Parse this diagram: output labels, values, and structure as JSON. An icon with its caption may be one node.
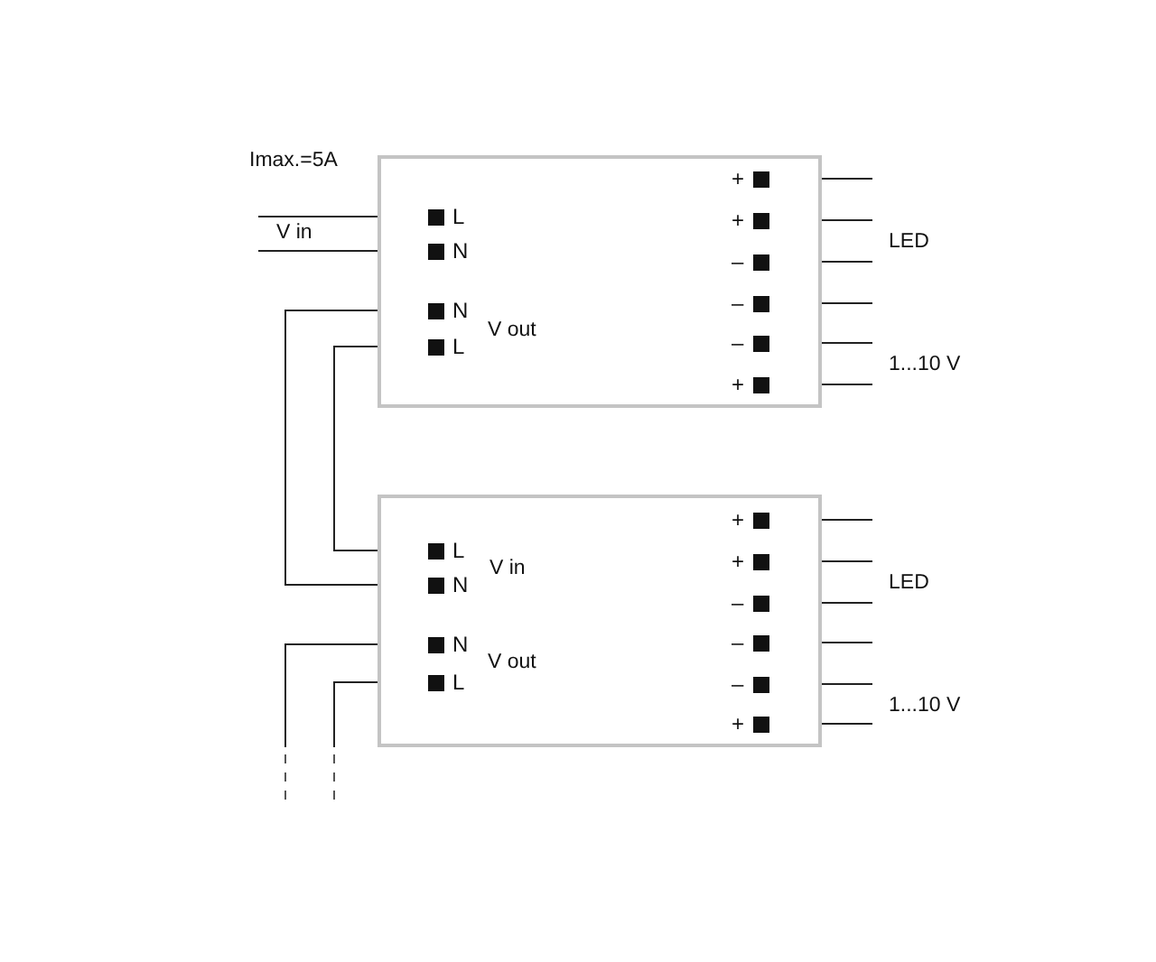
{
  "diagram": {
    "nodes": [
      {
        "text": [],
        "shape": "box"
      },
      {
        "text": [
          "L"
        ],
        "in": 0
      },
      {
        "text": [
          "N"
        ],
        "in": 0
      },
      {
        "text": [
          "N"
        ],
        "in": 0
      },
      {
        "text": [
          "L"
        ],
        "in": 0
      },
      {
        "text": [
          "+"
        ],
        "in": 0
      },
      {
        "text": [
          "+"
        ],
        "in": 0
      },
      {
        "text": [
          "–"
        ],
        "in": 0
      },
      {
        "text": [
          "–"
        ],
        "in": 0
      },
      {
        "text": [
          "–"
        ],
        "in": 0
      },
      {
        "text": [
          "+"
        ],
        "in": 0
      },
      {
        "text": [],
        "shape": "box"
      },
      {
        "text": [
          "L"
        ],
        "in": 11
      },
      {
        "text": [
          "N"
        ],
        "in": 11
      },
      {
        "text": [
          "N"
        ],
        "in": 11
      },
      {
        "text": [
          "L"
        ],
        "in": 11
      },
      {
        "text": [
          "+"
        ],
        "in": 11
      },
      {
        "text": [
          "+"
        ],
        "in": 11
      },
      {
        "text": [
          "–"
        ],
        "in": 11
      },
      {
        "text": [
          "–"
        ],
        "in": 11
      },
      {
        "text": [
          "–"
        ],
        "in": 11
      },
      {
        "text": [
          "+"
        ],
        "in": 11
      }
    ],
    "edges": [
      {
        "from": null,
        "to": 1,
        "arrow": "none"
      },
      {
        "from": null,
        "to": 2,
        "arrow": "none"
      },
      {
        "from": 3,
        "to": 13,
        "arrow": "none"
      },
      {
        "from": 4,
        "to": 12,
        "arrow": "none"
      },
      {
        "from": 14,
        "to": null,
        "arrow": "none"
      },
      {
        "from": 15,
        "to": null,
        "arrow": "none"
      },
      {
        "from": 5,
        "to": null,
        "arrow": "none"
      },
      {
        "from": 6,
        "to": null,
        "arrow": "none"
      },
      {
        "from": 7,
        "to": null,
        "arrow": "none"
      },
      {
        "from": 8,
        "to": null,
        "arrow": "none"
      },
      {
        "from": 9,
        "to": null,
        "arrow": "none"
      },
      {
        "from": 10,
        "to": null,
        "arrow": "none"
      },
      {
        "from": 16,
        "to": null,
        "arrow": "none"
      },
      {
        "from": 17,
        "to": null,
        "arrow": "none"
      },
      {
        "from": 18,
        "to": null,
        "arrow": "none"
      },
      {
        "from": 19,
        "to": null,
        "arrow": "none"
      },
      {
        "from": 20,
        "to": null,
        "arrow": "none"
      },
      {
        "from": 21,
        "to": null,
        "arrow": "none"
      }
    ],
    "labels": [
      "Imax.=5A",
      "V in",
      "LED",
      "V out",
      "1...10 V",
      "V in",
      "LED",
      "V out",
      "1...10 V"
    ]
  }
}
